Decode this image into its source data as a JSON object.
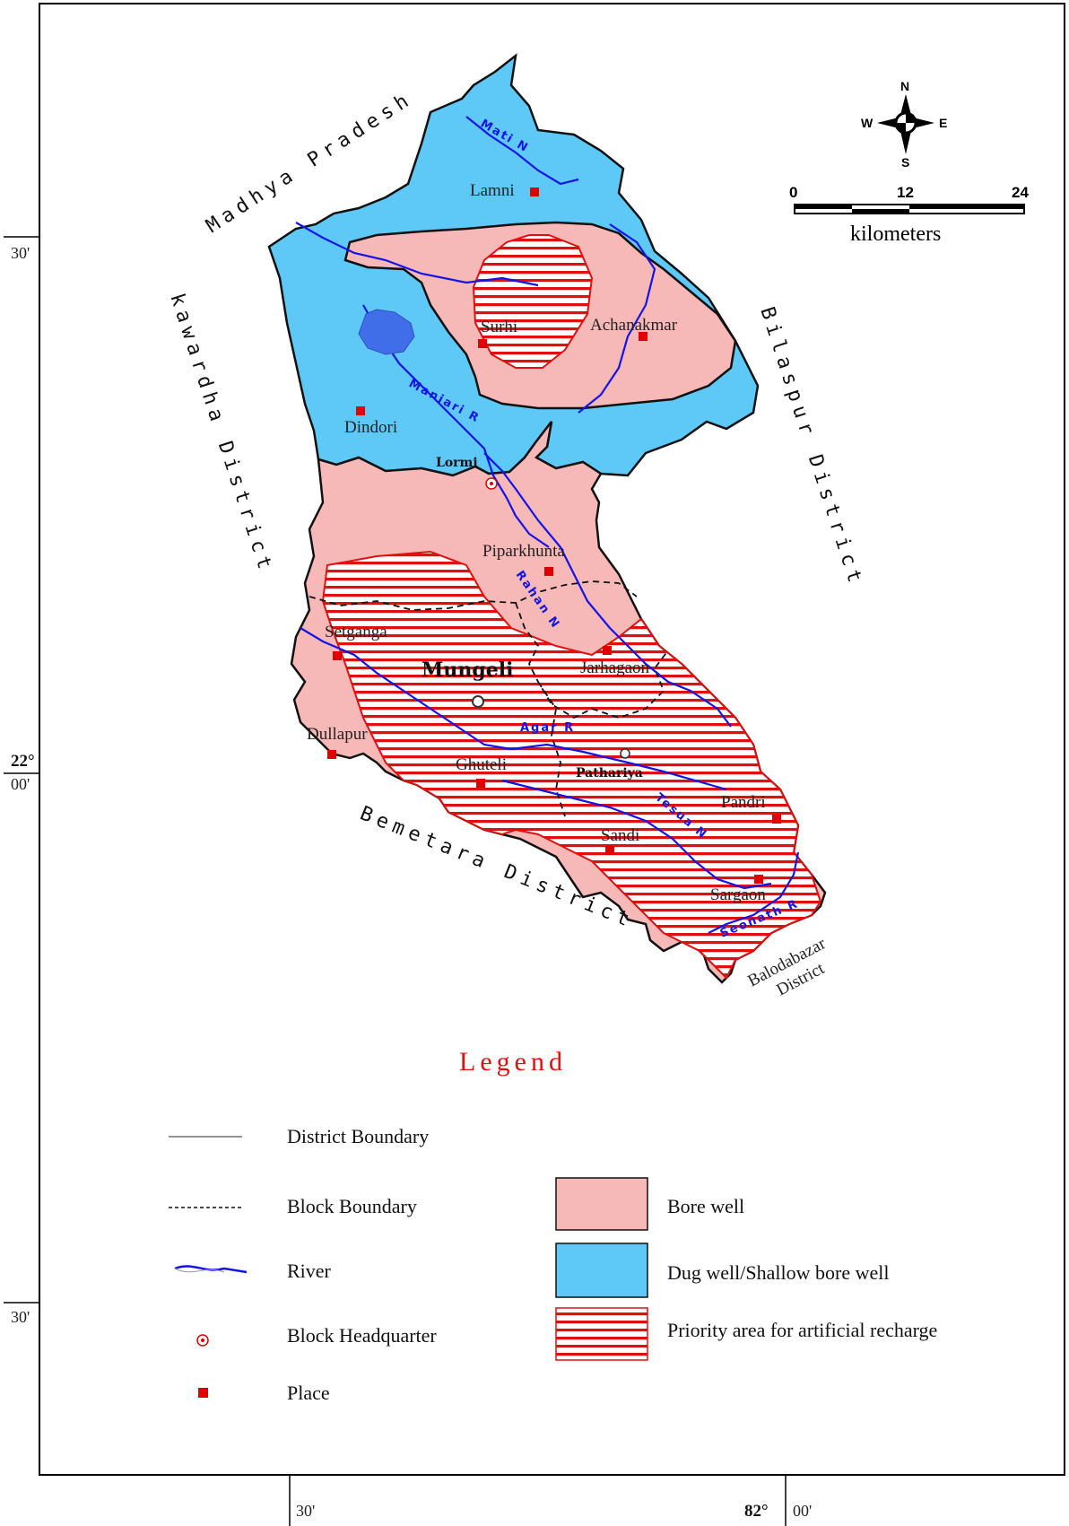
{
  "regions": {
    "madhya_pradesh": "Madhya Pradesh",
    "kawardha": "kawardha District",
    "bilaspur": "Bilaspur District",
    "bemetara": "Bemetara District",
    "balodabazar_1": "Balodabazar",
    "balodabazar_2": "District"
  },
  "places": {
    "lamni": "Lamni",
    "surhi": "Surhi",
    "achanakmar": "Achanakmar",
    "dindori": "Dindori",
    "piparkhunta": "Piparkhunta",
    "setganga": "Setganga",
    "jarhagaon": "Jarhagaon",
    "dullapur": "Dullapur",
    "ghuteli": "Ghuteli",
    "pandri": "Pandri",
    "sandi": "Sandi",
    "sargaon": "Sargaon"
  },
  "block_headquarters": {
    "lormi": "Lormi",
    "mungeli": "Mungeli",
    "pathariya": "Pathariya"
  },
  "rivers": {
    "mati": "Mati N",
    "maniari": "Maniari R",
    "rahan": "Rahan N",
    "agar": "Agar R",
    "tesua": "Tesua N",
    "seonath": "Seonath R"
  },
  "compass": {
    "n": "N",
    "s": "S",
    "e": "E",
    "w": "W"
  },
  "scale": {
    "t0": "0",
    "t1": "12",
    "t2": "24",
    "unit": "kilometers"
  },
  "coords": {
    "left_30_top": "30'",
    "left_22": "22°",
    "left_00": "00'",
    "left_30_bottom": "30'",
    "bottom_30": "30'",
    "bottom_82": "82°",
    "bottom_00": "00'"
  },
  "legend": {
    "title": "Legend",
    "district_boundary": "District Boundary",
    "block_boundary": "Block Boundary",
    "river": "River",
    "block_headquarter": "Block Headquarter",
    "place": "Place",
    "bore_well": "Bore well",
    "dug_well": "Dug well/Shallow bore well",
    "priority": "Priority area for artificial recharge"
  },
  "colors": {
    "bore_well": "#f7b8b8",
    "dug_well": "#5ec8f7",
    "priority_hatch": "#e01010",
    "river": "#1414e6",
    "place": "#e00000"
  }
}
